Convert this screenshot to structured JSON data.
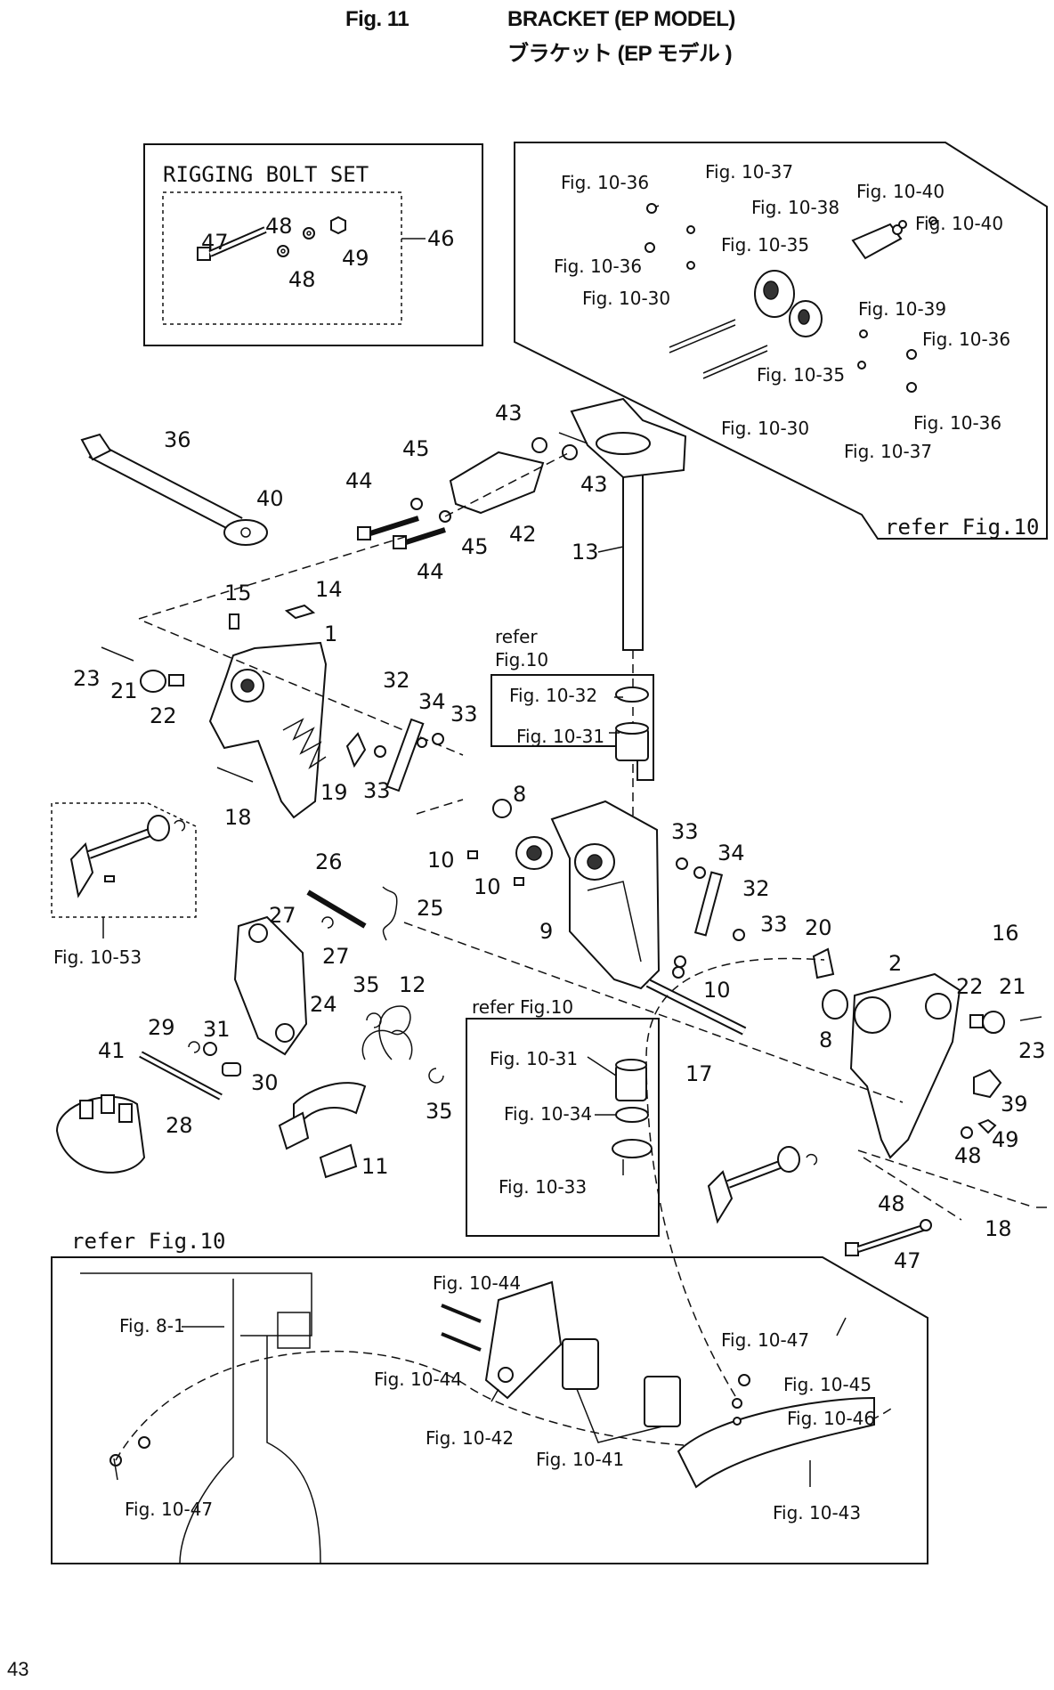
{
  "header": {
    "fig": "Fig. 11",
    "title_en": "BRACKET (EP MODEL)",
    "title_jp": "ブラケット (EP モデル )"
  },
  "page_number": "43",
  "boxes": {
    "rigging_title": "RIGGING BOLT SET",
    "refer_fig10_a": "refer Fig.10",
    "refer_fig10_b": "refer",
    "refer_fig10_b2": "Fig.10",
    "refer_fig10_c": "refer Fig.10",
    "refer_fig10_d": "refer Fig.10"
  },
  "part_labels": {
    "p1": "1",
    "p2": "2",
    "p8a": "8",
    "p8b": "8",
    "p9": "9",
    "p10a": "10",
    "p10b": "10",
    "p10c": "10",
    "p11": "11",
    "p12": "12",
    "p13": "13",
    "p14": "14",
    "p15": "15",
    "p16": "16",
    "p17": "17",
    "p18a": "18",
    "p18b": "18",
    "p19": "19",
    "p20": "20",
    "p21a": "21",
    "p21b": "21",
    "p22a": "22",
    "p22b": "22",
    "p23a": "23",
    "p23b": "23",
    "p24": "24",
    "p25": "25",
    "p26": "26",
    "p27a": "27",
    "p27b": "27",
    "p28": "28",
    "p29": "29",
    "p30": "30",
    "p31": "31",
    "p32a": "32",
    "p32b": "32",
    "p33a": "33",
    "p33b": "33",
    "p33c": "33",
    "p33d": "33",
    "p34a": "34",
    "p34b": "34",
    "p35a": "35",
    "p35b": "35",
    "p36": "36",
    "p39": "39",
    "p40": "40",
    "p41": "41",
    "p42": "42",
    "p43a": "43",
    "p43b": "43",
    "p44a": "44",
    "p44b": "44",
    "p45a": "45",
    "p45b": "45",
    "p46": "46",
    "p47a": "47",
    "p47b": "47",
    "p48a": "48",
    "p48b": "48",
    "p48c": "48",
    "p48d": "48",
    "p49a": "49",
    "p49b": "49"
  },
  "fig_refs": {
    "f1036a": "Fig. 10-36",
    "f1037a": "Fig. 10-37",
    "f1040a": "Fig. 10-40",
    "f1038": "Fig. 10-38",
    "f1040b": "Fig. 10-40",
    "f1035a": "Fig. 10-35",
    "f1036b": "Fig. 10-36",
    "f1030a": "Fig. 10-30",
    "f1039": "Fig. 10-39",
    "f1036c": "Fig. 10-36",
    "f1035b": "Fig. 10-35",
    "f1036d": "Fig. 10-36",
    "f1030b": "Fig. 10-30",
    "f1037b": "Fig. 10-37",
    "f1032": "Fig. 10-32",
    "f1031a": "Fig. 10-31",
    "f1053": "Fig. 10-53",
    "f1031b": "Fig. 10-31",
    "f1034": "Fig. 10-34",
    "f1033": "Fig. 10-33",
    "f81": "Fig. 8-1",
    "f1044a": "Fig. 10-44",
    "f1044b": "Fig. 10-44",
    "f1047a": "Fig. 10-47",
    "f1045": "Fig. 10-45",
    "f1046": "Fig. 10-46",
    "f1042": "Fig. 10-42",
    "f1041": "Fig. 10-41",
    "f1047b": "Fig. 10-47",
    "f1043": "Fig. 10-43"
  }
}
